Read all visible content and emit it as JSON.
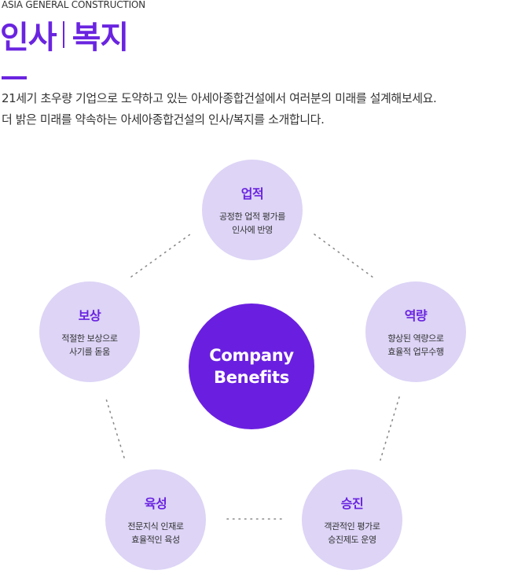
{
  "header": {
    "eyebrow": "ASIA GENERAL CONSTRUCTION",
    "title_left": "인사",
    "title_right": "복지"
  },
  "description": {
    "line1": "21세기 초우량 기업으로 도약하고 있는 아세아종합건설에서 여러분의 미래를 설계해보세요.",
    "line2": "더 밝은 미래를 약속하는 아세아종합건설의 인사/복지를 소개합니다."
  },
  "center": {
    "line1": "Company",
    "line2": "Benefits"
  },
  "benefits": [
    {
      "title": "업적",
      "line1": "공정한 업적 평가를",
      "line2": "인사에 반영"
    },
    {
      "title": "역량",
      "line1": "향상된 역량으로",
      "line2": "효율적 업무수행"
    },
    {
      "title": "승진",
      "line1": "객관적인 평가로",
      "line2": "승진제도 운영"
    },
    {
      "title": "육성",
      "line1": "전문지식 인재로",
      "line2": "효율적인 육성"
    },
    {
      "title": "보상",
      "line1": "적절한 보상으로",
      "line2": "사기를 돋움"
    }
  ],
  "colors": {
    "accent": "#6a24e0",
    "center_fill": "#6a1fe0",
    "circle_fill": "#ddd4f6",
    "dot_line": "#8a8a8a"
  }
}
